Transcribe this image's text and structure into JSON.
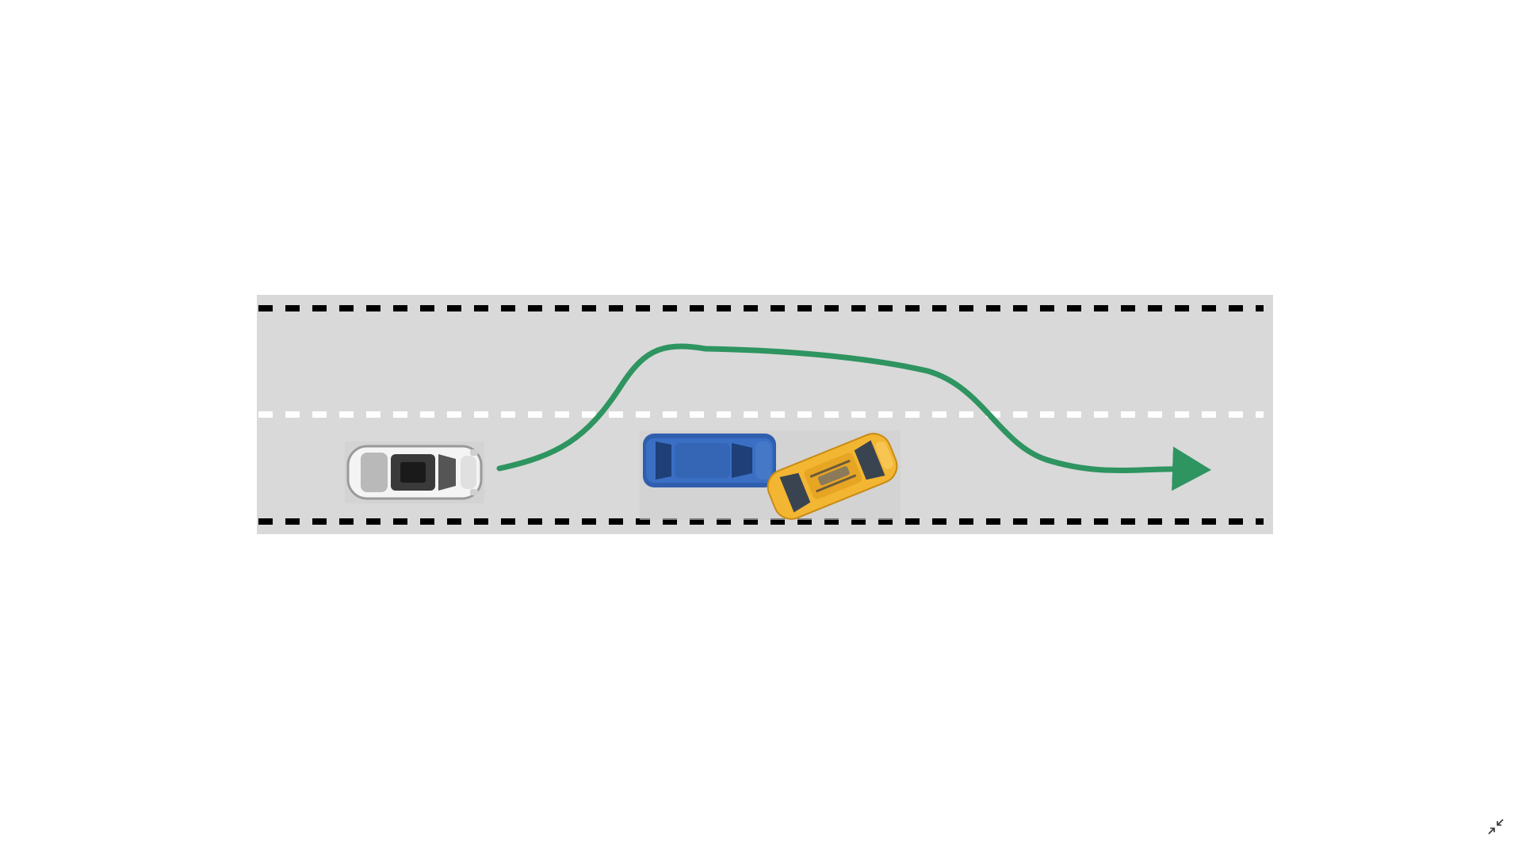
{
  "scene": {
    "road_color": "#d9d9d9",
    "lane_border_color": "#000000",
    "lane_divider_color": "#ffffff",
    "trajectory_color": "#2e9460",
    "vehicles": [
      {
        "role": "ego",
        "color": "#ececec",
        "icon": "white-car-icon"
      },
      {
        "role": "stopped",
        "color": "#2f5fae",
        "icon": "blue-car-icon"
      },
      {
        "role": "stopped",
        "color": "#f2b632",
        "icon": "yellow-car-icon"
      }
    ]
  },
  "controls": {
    "exit_fullscreen_icon": "exit-fullscreen-icon"
  }
}
